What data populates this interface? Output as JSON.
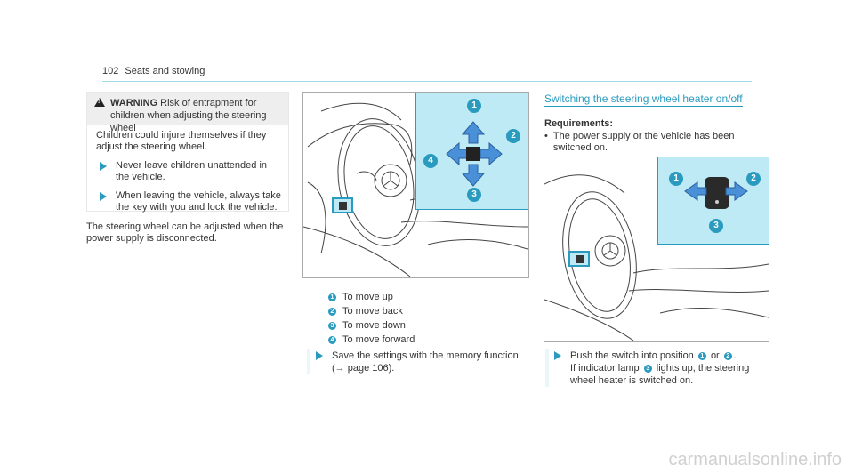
{
  "header": {
    "page_number": "102",
    "section": "Seats and stowing"
  },
  "warning": {
    "label": "WARNING",
    "title": "Risk of entrapment for children when adjusting the steering wheel",
    "body": "Children could injure themselves if they adjust the steering wheel.",
    "steps": [
      "Never leave children unattended in the vehicle.",
      "When leaving the vehicle, always take the key with you and lock the vehicle."
    ]
  },
  "paragraph": "The steering wheel can be adjusted when the power supply is disconnected.",
  "figure1": {
    "callouts": [
      "1",
      "2",
      "3",
      "4"
    ]
  },
  "callout_list": [
    {
      "num": "1",
      "text": "To move up"
    },
    {
      "num": "2",
      "text": "To move back"
    },
    {
      "num": "3",
      "text": "To move down"
    },
    {
      "num": "4",
      "text": "To move forward"
    }
  ],
  "memory_step": {
    "text": "Save the settings with the memory function",
    "ref": "(→ page 106)."
  },
  "heater": {
    "heading": "Switching the steering wheel heater on/off",
    "req_label": "Requirements:",
    "req_item": "The power supply or the vehicle has been switched on.",
    "step_a": "Push the switch into position",
    "pos1": "1",
    "or": "or",
    "pos2": "2",
    "step_b": "If indicator lamp",
    "lamp": "3",
    "step_c": "lights up, the steering wheel heater is switched on."
  },
  "figure2": {
    "callouts": [
      "1",
      "2",
      "3"
    ]
  },
  "colors": {
    "accent": "#2a9bbf",
    "panel": "#bdeaf4"
  },
  "watermark": "carmanualsonline.info"
}
